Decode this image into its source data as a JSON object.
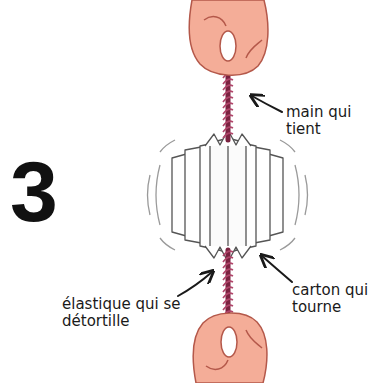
{
  "diagram": {
    "labels": [
      "3",
      "main qui tient",
      "élastique qui se détortille",
      "carton qui tourne"
    ]
  }
}
